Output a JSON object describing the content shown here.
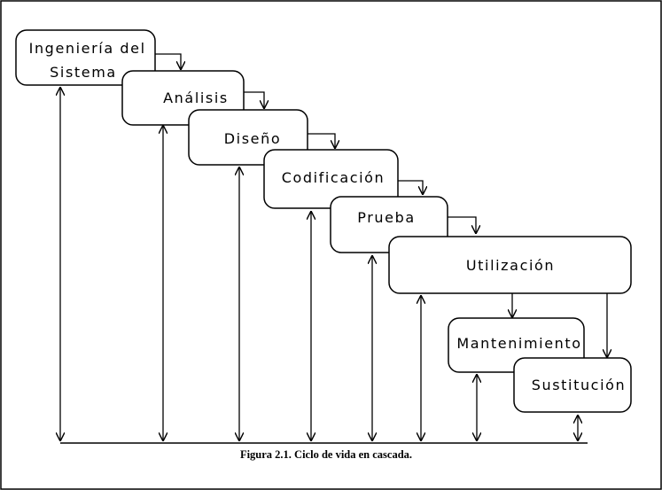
{
  "stages": {
    "ingenieria": [
      "Ingeniería del",
      "Sistema"
    ],
    "analisis": "Análisis",
    "diseno": "Diseño",
    "codificacion": "Codificación",
    "prueba": "Prueba",
    "utilizacion": "Utilización",
    "mantenimiento": "Mantenimiento",
    "sustitucion": "Sustitución"
  },
  "caption": "Figura 2.1. Ciclo de vida en cascada.",
  "colors": {
    "stroke": "#000000",
    "background": "#ffffff"
  }
}
